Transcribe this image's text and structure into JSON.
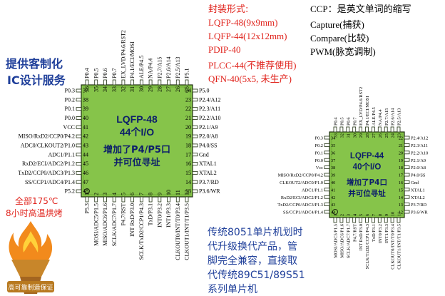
{
  "service": {
    "line1": "提供客制化",
    "line2": "IC设计服务",
    "color": "#1f3f9a"
  },
  "packages": {
    "heading": "封装形式:",
    "items": [
      "LQFP-48(9x9mm)",
      "LQFP-44(12x12mm)",
      "PDIP-40",
      "PLCC-44(不推荐使用)",
      "QFN-40(5x5, 未生产)"
    ],
    "color": "#e0231c"
  },
  "glossary": {
    "items": [
      "CCP：是英文单词的缩写",
      "Capture(捕获)",
      "Compare(比较)",
      "PWM(脉宽调制)"
    ]
  },
  "aging": {
    "line1": "全部175℃",
    "line2": "8小时高温烘烤",
    "banner": "高可靠制造保证",
    "color": "#e0231c"
  },
  "compat": {
    "lines": [
      "传统8051单片机划时",
      "代升级换代产品，管",
      "脚完全兼容，直接取",
      "代传统89C51/89S51",
      "系列单片机"
    ],
    "color": "#1f3f9a"
  },
  "chip48": {
    "title": "LQFP-48",
    "io": "44个I/O",
    "feat1": "增加了P4/P5口",
    "feat2": "并可位寻址",
    "body_color": "#86c44a",
    "left": [
      {
        "num": "37",
        "label": "P0.3"
      },
      {
        "num": "38",
        "label": "P0.2"
      },
      {
        "num": "39",
        "label": "P0.1"
      },
      {
        "num": "40",
        "label": "P0.0"
      },
      {
        "num": "41",
        "label": "VCC"
      },
      {
        "num": "42",
        "label": "MISO/RxD2/CCP0/P4.2"
      },
      {
        "num": "43",
        "label": "ADC0/CLKOUT2/P1.0"
      },
      {
        "num": "44",
        "label": "ADC1/P1.1"
      },
      {
        "num": "45",
        "label": "RxD2/ECI/ADC2/P1.2"
      },
      {
        "num": "46",
        "label": "TxD2/CCP0/ADC3/P1.3"
      },
      {
        "num": "47",
        "label": "SS/CCP1/ADC4/P1.4"
      },
      {
        "num": "48",
        "label": "P5.2"
      }
    ],
    "right": [
      {
        "num": "24",
        "label": "P5.0"
      },
      {
        "num": "23",
        "label": "P2.4/A12"
      },
      {
        "num": "22",
        "label": "P2.3/A11"
      },
      {
        "num": "21",
        "label": "P2.2/A10"
      },
      {
        "num": "20",
        "label": "P2.1/A9"
      },
      {
        "num": "19",
        "label": "P2.0/A8"
      },
      {
        "num": "18",
        "label": "P4.0/SS"
      },
      {
        "num": "17",
        "label": "Gnd"
      },
      {
        "num": "16",
        "label": "XTAL1"
      },
      {
        "num": "15",
        "label": "XTAL2"
      },
      {
        "num": "14",
        "label": "P3.7/RD"
      },
      {
        "num": "13",
        "label": "P3.6/WR"
      }
    ],
    "top": [
      {
        "num": "36",
        "label": "P0.4"
      },
      {
        "num": "35",
        "label": "P0.5"
      },
      {
        "num": "34",
        "label": "P0.6"
      },
      {
        "num": "33",
        "label": "P0.7"
      },
      {
        "num": "32",
        "label": "EX_LVD/P4.6/RST2"
      },
      {
        "num": "31",
        "label": "P4.1/ECI/MOSI"
      },
      {
        "num": "30",
        "label": "ALE/P4.5"
      },
      {
        "num": "29",
        "label": "NA/P4.4"
      },
      {
        "num": "28",
        "label": "P2.7/A15"
      },
      {
        "num": "27",
        "label": "P2.6/A14"
      },
      {
        "num": "26",
        "label": "P2.5/A13"
      },
      {
        "num": "25",
        "label": "P5.1"
      }
    ],
    "bottom": [
      {
        "num": "1",
        "label": "P5.3"
      },
      {
        "num": "2",
        "label": "MOSI/ADC5/P1.5"
      },
      {
        "num": "3",
        "label": "MISO/ADC6/P1.6"
      },
      {
        "num": "4",
        "label": "SCLK/ADC7/P1.7"
      },
      {
        "num": "5",
        "label": "P4.7/RST"
      },
      {
        "num": "6",
        "label": "INT RxD/P3.0"
      },
      {
        "num": "7",
        "label": "SCLK/TxD2/CCP1/P4.3"
      },
      {
        "num": "8",
        "label": "TxD/P3.1"
      },
      {
        "num": "9",
        "label": "INT0/P3.2"
      },
      {
        "num": "10",
        "label": "INT1/P3.3"
      },
      {
        "num": "11",
        "label": "CLKOUT0/INT/T0/P3.4"
      },
      {
        "num": "12",
        "label": "CLKOUT1/INT/T1/P3.5"
      }
    ]
  },
  "chip44": {
    "title": "LQFP-44",
    "io": "40个I/O",
    "feat1": "增加了P4口",
    "feat2": "并可位寻址",
    "body_color": "#86c44a",
    "left": [
      {
        "num": "34",
        "label": "P0.3"
      },
      {
        "num": "35",
        "label": "P0.2"
      },
      {
        "num": "36",
        "label": "P0.1"
      },
      {
        "num": "37",
        "label": "P0.0"
      },
      {
        "num": "38",
        "label": "Vcc"
      },
      {
        "num": "39",
        "label": "MISO/RxD2/CCP0/P4.2"
      },
      {
        "num": "40",
        "label": "CLKOUT2/ADC0/P1.0"
      },
      {
        "num": "41",
        "label": "ADC1/P1.1"
      },
      {
        "num": "42",
        "label": "RxD2/ECI/ADC2/P1.2"
      },
      {
        "num": "43",
        "label": "TxD2/CCP0/ADC3/P1.3"
      },
      {
        "num": "44",
        "label": "SS/CCP1/ADC4/P1.4"
      }
    ],
    "right": [
      {
        "num": "22",
        "label": "P2.4/A12"
      },
      {
        "num": "21",
        "label": "P2.3/A11"
      },
      {
        "num": "20",
        "label": "P2.2/A10"
      },
      {
        "num": "19",
        "label": "P2.1/A9"
      },
      {
        "num": "18",
        "label": "P2.0/A8"
      },
      {
        "num": "17",
        "label": "P4.0/SS"
      },
      {
        "num": "16",
        "label": "Gnd"
      },
      {
        "num": "15",
        "label": "XTAL1"
      },
      {
        "num": "14",
        "label": "XTAL2"
      },
      {
        "num": "13",
        "label": "P3.7/RD"
      },
      {
        "num": "12",
        "label": "P3.6/WR"
      }
    ],
    "top": [
      {
        "num": "33",
        "label": "P0.4"
      },
      {
        "num": "32",
        "label": "P0.5"
      },
      {
        "num": "31",
        "label": "P0.6"
      },
      {
        "num": "30",
        "label": "P0.7"
      },
      {
        "num": "29",
        "label": "EX_LVD/P4.6/RST2"
      },
      {
        "num": "28",
        "label": "P4.1/ECI/MOSI"
      },
      {
        "num": "27",
        "label": "ALE/P4.5"
      },
      {
        "num": "26",
        "label": "NA/P4.4"
      },
      {
        "num": "25",
        "label": "P2.7/A15"
      },
      {
        "num": "24",
        "label": "P2.6/A14"
      },
      {
        "num": "23",
        "label": "P2.5/A13"
      }
    ],
    "bottom": [
      {
        "num": "1",
        "label": "MOSI/ADC5/P1.5"
      },
      {
        "num": "2",
        "label": "MISO/ADC6/P1.6"
      },
      {
        "num": "3",
        "label": "SCLK/ADC7/P1.7"
      },
      {
        "num": "4",
        "label": "P4.7/RST"
      },
      {
        "num": "5",
        "label": "INT RxD/P3.0"
      },
      {
        "num": "6",
        "label": "SCLK/TxD2/CCP1/P4.3"
      },
      {
        "num": "7",
        "label": "TxD/P3.1"
      },
      {
        "num": "8",
        "label": "INT0/P3.2"
      },
      {
        "num": "9",
        "label": "INT1/P3.3"
      },
      {
        "num": "10",
        "label": "CLKOUT0/INT/T0/P3.4"
      },
      {
        "num": "11",
        "label": "CLKOUT1/INT/T1/P3.5"
      }
    ]
  }
}
